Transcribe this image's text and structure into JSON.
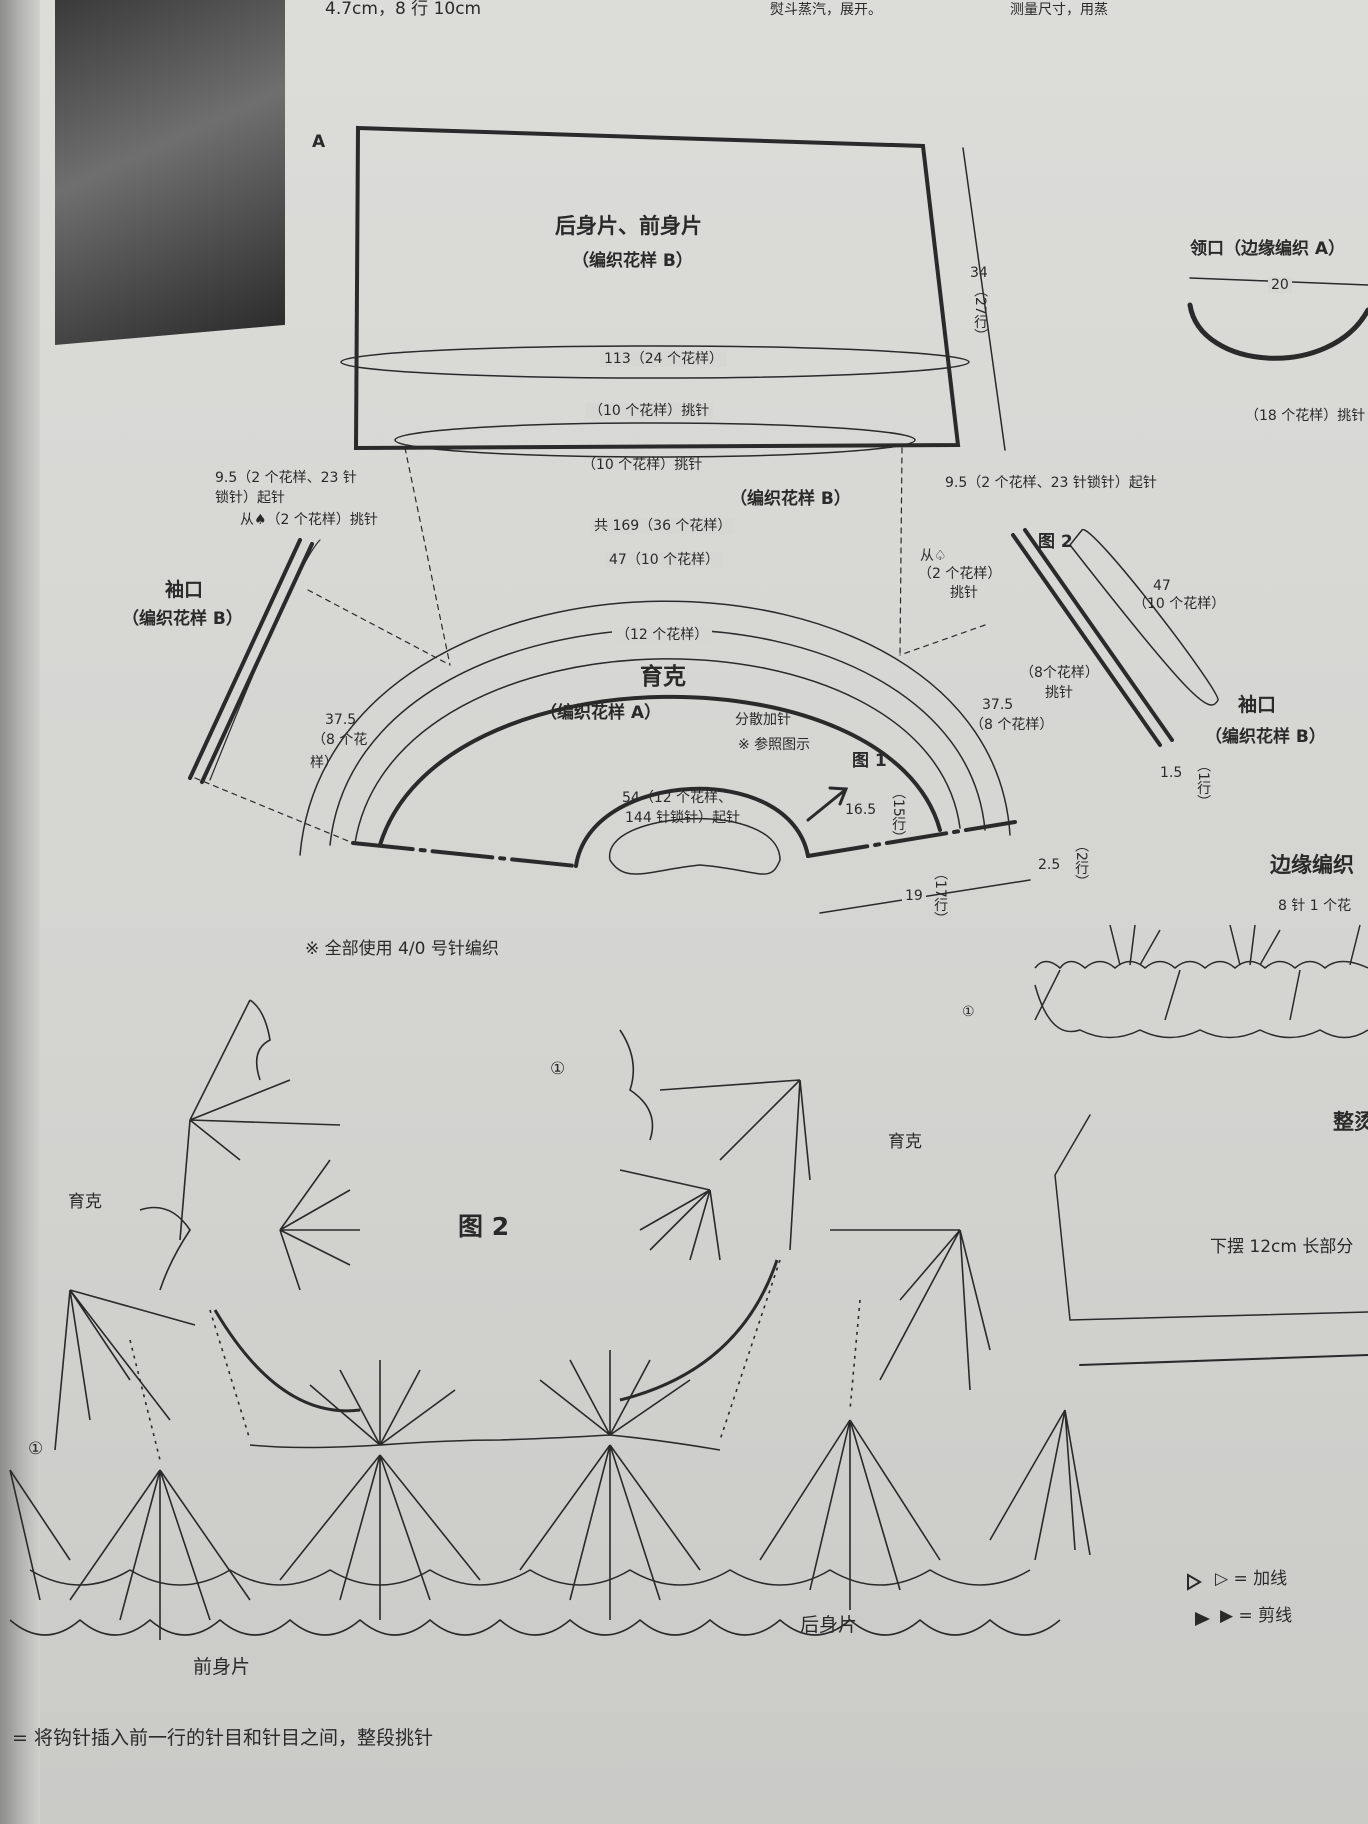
{
  "top": {
    "gauge": "4.7cm，8 行 10cm",
    "snippet_middle": "熨斗蒸汽，展开。",
    "snippet_right": "测量尺寸，用蒸"
  },
  "piece_a": {
    "label": "A",
    "title": "后身片、前身片",
    "pattern": "（编织花样 B）",
    "width": "113（24 个花样）",
    "pickup_top": "（10 个花样）挑针",
    "pickup_bottom": "（10 个花样）挑针",
    "height_cm": "34",
    "height_rows": "（27行）"
  },
  "neck": {
    "title": "领口（边缘编织 A）",
    "width": "20",
    "pickup": "（18 个花样）挑针"
  },
  "sleeve_left": {
    "title": "袖口",
    "pattern": "（编织花样 B）",
    "cast_on_1": "9.5（2 个花样、23 针",
    "cast_on_2": "锁针）起针",
    "pickup": "从♠（2 个花样）挑针"
  },
  "sleeve_right": {
    "title": "袖口",
    "pattern": "（编织花样 B）",
    "cast_on": "9.5（2 个花样、23 针锁针）起针",
    "pickup_1": "从♤",
    "pickup_2": "（2 个花样）",
    "pickup_3": "挑针",
    "fig": "图 2",
    "len": "47",
    "len_pat": "（10 个花样）",
    "pick8_1": "（8个花样）",
    "pick8_2": "挑针",
    "w": "1.5",
    "rows": "（1行）"
  },
  "yoke": {
    "pattern_b": "（编织花样 B）",
    "total": "共 169（36 个花样）",
    "arc47": "47（10 个花样）",
    "arc12": "（12 个花样）",
    "title": "育克",
    "pattern_a": "（编织花样 A）",
    "inc_1": "分散加针",
    "inc_2": "※ 参照图示",
    "fig1": "图 1",
    "cast_on_1": "54（12 个花样、",
    "cast_on_2": "144 针锁针）起针",
    "side_l_1": "37.5",
    "side_l_2": "（8 个花",
    "side_l_3": "样）",
    "side_r_1": "37.5",
    "side_r_2": "（8 个花样）",
    "h": "16.5",
    "h_rows": "（15行）",
    "border": "2.5",
    "border_rows": "（2行）",
    "depth": "19",
    "depth_rows": "（17行）"
  },
  "note_needle": "※ 全部使用 4/0 号针编织",
  "edge": {
    "title": "边缘编织",
    "repeat": "8 针 1 个花"
  },
  "chart": {
    "title": "图 2",
    "yoke_left": "育克",
    "yoke_right": "育克",
    "front": "前身片",
    "back": "后身片",
    "start_mark": "①"
  },
  "finish": {
    "title": "整烫",
    "hem": "下摆 12cm 长部分"
  },
  "legend": {
    "add": "▷ = 加线",
    "cut": "▶ = 剪线"
  },
  "footnote": "= 将钩针插入前一行的针目和针目之间，整段挑针",
  "colors": {
    "ink": "#2a2a2a",
    "paper": "#d6d6d3"
  }
}
